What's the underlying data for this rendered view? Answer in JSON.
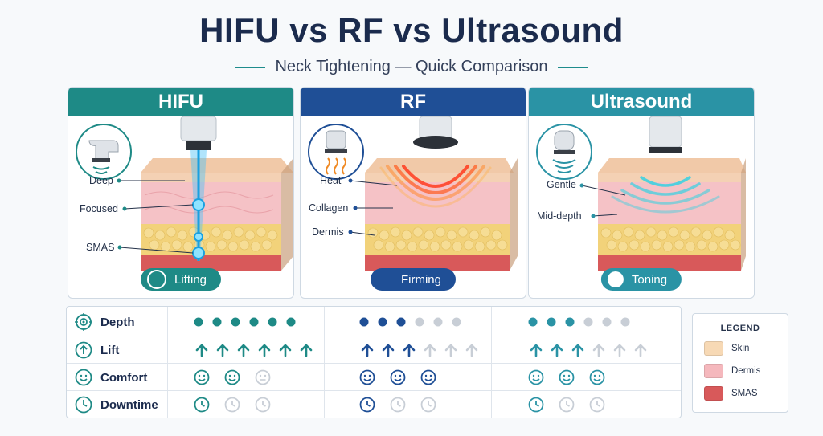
{
  "title": "HIFU vs RF vs Ultrasound",
  "subtitle": "Neck Tightening — Quick Comparison",
  "colors": {
    "hifu": "#1e8a86",
    "rf": "#1f4f96",
    "ultrasound": "#2a93a5",
    "navy": "#1b2b4d",
    "inactive": "#c8ced6"
  },
  "panels": [
    {
      "id": "hifu",
      "title": "HIFU",
      "labels": [
        "Deep",
        "Focused",
        "SMAS"
      ],
      "badge": "Lifting",
      "badge_icon": "arrow-up-circle-icon",
      "device_icon": "hifu-handpiece-icon"
    },
    {
      "id": "rf",
      "title": "RF",
      "labels": [
        "Heat",
        "Collagen",
        "Dermis"
      ],
      "badge": "Firming",
      "badge_icon": "shield-check-icon",
      "device_icon": "rf-handpiece-icon"
    },
    {
      "id": "ultrasound",
      "title": "Ultrasound",
      "labels": [
        "Gentle",
        "Mid-depth"
      ],
      "badge": "Toning",
      "badge_icon": "leaf-icon",
      "device_icon": "ultrasound-handpiece-icon"
    }
  ],
  "comparison": {
    "rows": [
      {
        "label": "Depth",
        "icon": "target-icon",
        "symbol": "dot",
        "values": [
          6,
          3,
          3
        ],
        "max": 6
      },
      {
        "label": "Lift",
        "icon": "arrow-up-circle-icon",
        "symbol": "arrow",
        "values": [
          6,
          3,
          3
        ],
        "max": 6
      },
      {
        "label": "Comfort",
        "icon": "smiley-icon",
        "symbol": "smiley",
        "values": [
          2,
          3,
          3
        ],
        "max": 3
      },
      {
        "label": "Downtime",
        "icon": "clock-icon",
        "symbol": "clock",
        "values": [
          1,
          1,
          1
        ],
        "max": 3
      }
    ]
  },
  "legend": {
    "title": "LEGEND",
    "items": [
      {
        "label": "Skin",
        "color": "#f7d9b5"
      },
      {
        "label": "Dermis",
        "color": "#f5b8bd"
      },
      {
        "label": "SMAS",
        "color": "#d8595a"
      }
    ]
  }
}
